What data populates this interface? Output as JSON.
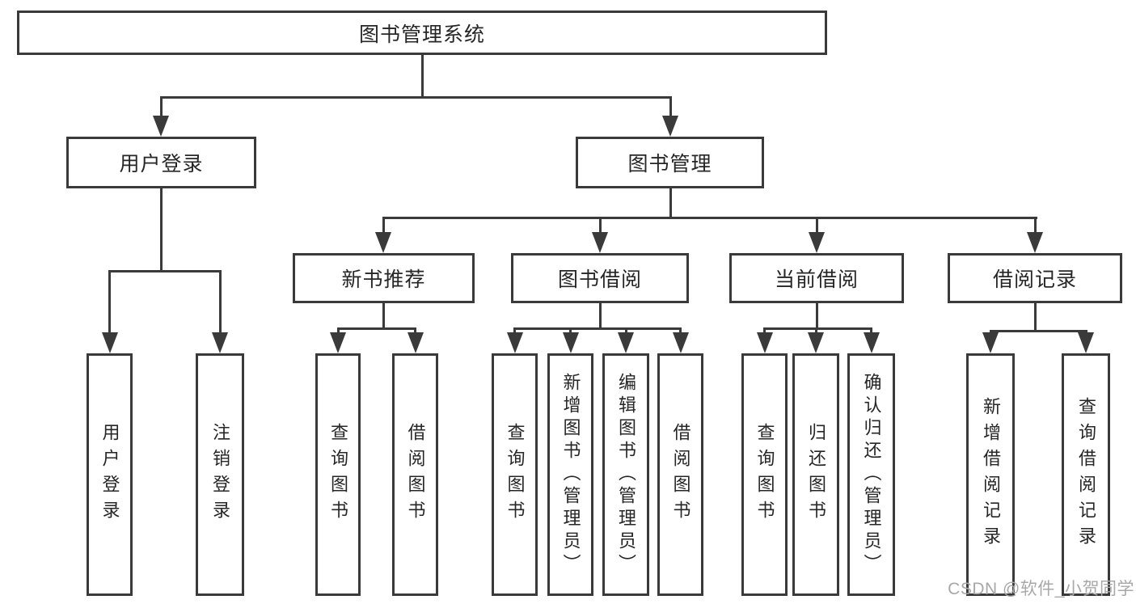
{
  "diagram": {
    "title_box": "图书管理系统",
    "level2": [
      {
        "label": "用户登录"
      },
      {
        "label": "图书管理"
      }
    ],
    "level3": [
      {
        "label": "新书推荐"
      },
      {
        "label": "图书借阅"
      },
      {
        "label": "当前借阅"
      },
      {
        "label": "借阅记录"
      }
    ],
    "leaves": [
      {
        "label": "用户登录"
      },
      {
        "label": "注销登录"
      },
      {
        "label": "查询图书"
      },
      {
        "label": "借阅图书"
      },
      {
        "label": "查询图书"
      },
      {
        "label": "新增图书（管理员）"
      },
      {
        "label": "编辑图书（管理员）"
      },
      {
        "label": "借阅图书"
      },
      {
        "label": "查询图书"
      },
      {
        "label": "归还图书"
      },
      {
        "label": "确认归还（管理员）"
      },
      {
        "label": "新增借阅记录"
      },
      {
        "label": "查询借阅记录"
      }
    ],
    "watermark": "CSDN @软件_小贺同学",
    "colors": {
      "line": "#3a3a3a",
      "text": "#262626",
      "watermark": "#a8a8a8",
      "background": "#ffffff"
    }
  }
}
